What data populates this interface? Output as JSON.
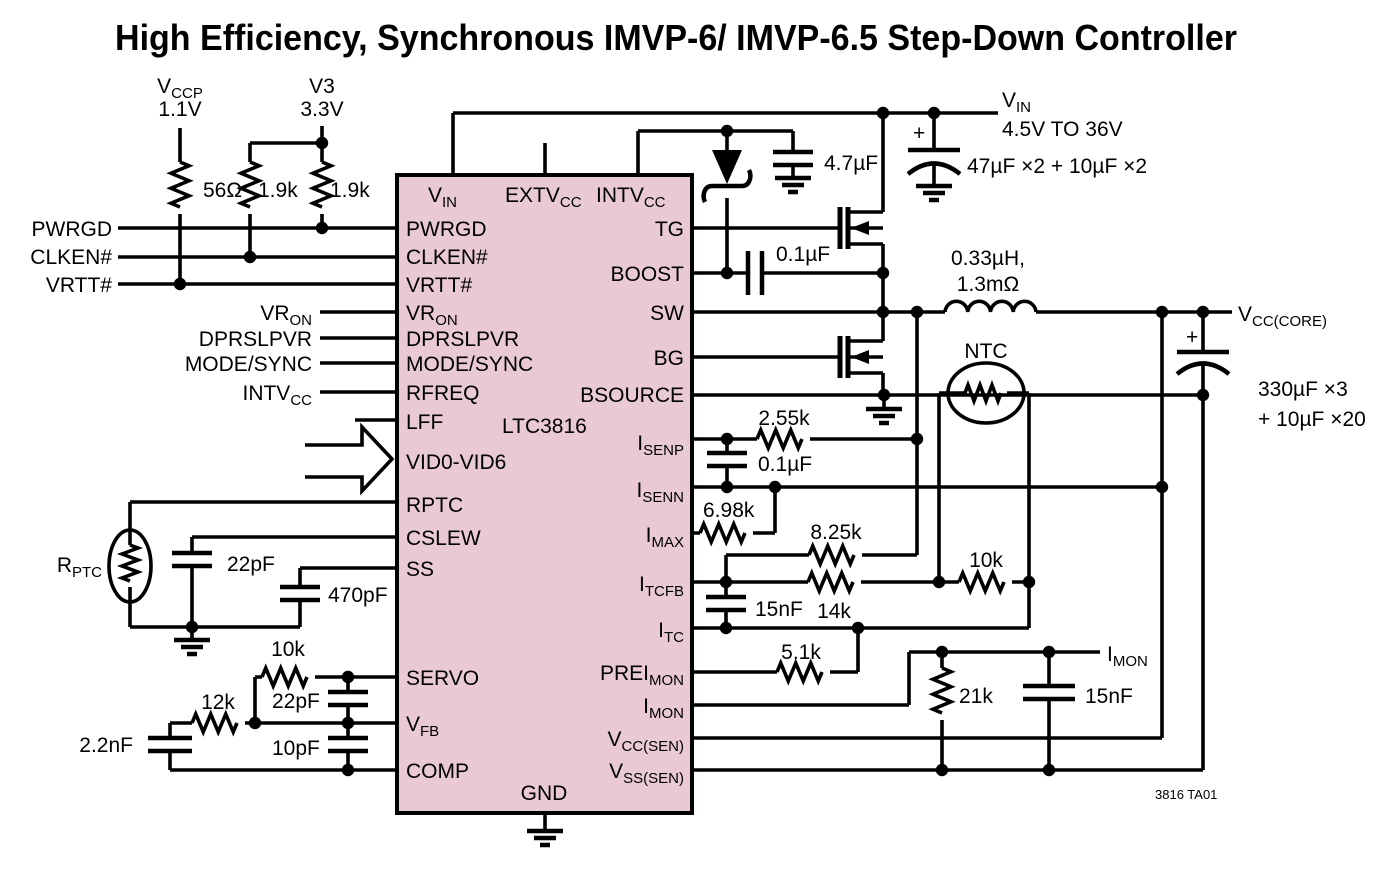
{
  "title": "High Efficiency, Synchronous IMVP-6/ IMVP-6.5 Step-Down Controller",
  "note": "3816 TA01",
  "colors": {
    "ic_fill": "#e9c9d3",
    "line": "#000000",
    "background": "#ffffff"
  },
  "ic": {
    "name": {
      "m": "LTC3816",
      "s": ""
    },
    "top_pins": {
      "vin": {
        "m": "V",
        "s": "IN"
      },
      "extvcc": {
        "m": "EXTV",
        "s": "CC"
      },
      "intvcc": {
        "m": "INTV",
        "s": "CC"
      }
    },
    "left_pins": {
      "pwrgd": {
        "m": "PWRGD",
        "s": ""
      },
      "clken": {
        "m": "CLKEN#",
        "s": ""
      },
      "vrtt": {
        "m": "VRTT#",
        "s": ""
      },
      "vron": {
        "m": "VR",
        "s": "ON"
      },
      "dprslpvr": {
        "m": "DPRSLPVR",
        "s": ""
      },
      "modesync": {
        "m": "MODE/SYNC",
        "s": ""
      },
      "rfreq": {
        "m": "RFREQ",
        "s": ""
      },
      "lff": {
        "m": "LFF",
        "s": ""
      },
      "vid": {
        "m": "VID0-VID6",
        "s": ""
      },
      "rptc": {
        "m": "RPTC",
        "s": ""
      },
      "cslew": {
        "m": "CSLEW",
        "s": ""
      },
      "ss": {
        "m": "SS",
        "s": ""
      },
      "servo": {
        "m": "SERVO",
        "s": ""
      },
      "vfb": {
        "m": "V",
        "s": "FB"
      },
      "comp": {
        "m": "COMP",
        "s": ""
      }
    },
    "right_pins": {
      "tg": {
        "m": "TG",
        "s": ""
      },
      "boost": {
        "m": "BOOST",
        "s": ""
      },
      "sw": {
        "m": "SW",
        "s": ""
      },
      "bg": {
        "m": "BG",
        "s": ""
      },
      "bsource": {
        "m": "BSOURCE",
        "s": ""
      },
      "isenp": {
        "m": "I",
        "s": "SENP"
      },
      "isenn": {
        "m": "I",
        "s": "SENN"
      },
      "imax": {
        "m": "I",
        "s": "MAX"
      },
      "itcfb": {
        "m": "I",
        "s": "TCFB"
      },
      "itc": {
        "m": "I",
        "s": "TC"
      },
      "preimon": {
        "m": "PREI",
        "s": "MON"
      },
      "imon": {
        "m": "I",
        "s": "MON"
      },
      "vccsen": {
        "m": "V",
        "s": "CC(SEN)"
      },
      "vsssen": {
        "m": "V",
        "s": "SS(SEN)"
      }
    },
    "bottom_pin": {
      "gnd": {
        "m": "GND",
        "s": ""
      }
    }
  },
  "signals": {
    "pwrgd": {
      "m": "PWRGD",
      "s": ""
    },
    "clken": {
      "m": "CLKEN#",
      "s": ""
    },
    "vrtt": {
      "m": "VRTT#",
      "s": ""
    },
    "vron": {
      "m": "VR",
      "s": "ON"
    },
    "dprslpvr": {
      "m": "DPRSLPVR",
      "s": ""
    },
    "modesync": {
      "m": "MODE/SYNC",
      "s": ""
    },
    "intvcc": {
      "m": "INTV",
      "s": "CC"
    }
  },
  "supplies": {
    "vccp": {
      "m": "V",
      "s": "CCP"
    },
    "vccp_val": {
      "m": "1.1V",
      "s": ""
    },
    "v3": {
      "m": "V3",
      "s": ""
    },
    "v3_val": {
      "m": "3.3V",
      "s": ""
    },
    "vin": {
      "m": "V",
      "s": "IN"
    },
    "vin_range": {
      "m": "4.5V TO 36V",
      "s": ""
    }
  },
  "outputs": {
    "vcccore": {
      "m": "V",
      "s": "CC(CORE)"
    },
    "imon": {
      "m": "I",
      "s": "MON"
    }
  },
  "components": {
    "plus": {
      "m": "+",
      "s": ""
    },
    "r56": {
      "m": "56Ω",
      "s": ""
    },
    "r1k9_a": {
      "m": "1.9k",
      "s": ""
    },
    "r1k9_b": {
      "m": "1.9k",
      "s": ""
    },
    "c4u7": {
      "m": "4.7µF",
      "s": ""
    },
    "cboost": {
      "m": "0.1µF",
      "s": ""
    },
    "cin": {
      "m": "47µF ×2 + 10µF ×2",
      "s": ""
    },
    "ind_a": {
      "m": "0.33µH,",
      "s": ""
    },
    "ind_b": {
      "m": "1.3mΩ",
      "s": ""
    },
    "ntc": {
      "m": "NTC",
      "s": ""
    },
    "cout_a": {
      "m": "330µF ×3",
      "s": ""
    },
    "cout_b": {
      "m": "+ 10µF ×20",
      "s": ""
    },
    "r2k55": {
      "m": "2.55k",
      "s": ""
    },
    "csense": {
      "m": "0.1µF",
      "s": ""
    },
    "r6k98": {
      "m": "6.98k",
      "s": ""
    },
    "r8k25": {
      "m": "8.25k",
      "s": ""
    },
    "r14k": {
      "m": "14k",
      "s": ""
    },
    "r10k_ntc": {
      "m": "10k",
      "s": ""
    },
    "c15n_tc": {
      "m": "15nF",
      "s": ""
    },
    "r5k1": {
      "m": "5.1k",
      "s": ""
    },
    "r21k": {
      "m": "21k",
      "s": ""
    },
    "c15n_mon": {
      "m": "15nF",
      "s": ""
    },
    "rptc": {
      "m": "R",
      "s": "PTC"
    },
    "c22p_cslew": {
      "m": "22pF",
      "s": ""
    },
    "c470p": {
      "m": "470pF",
      "s": ""
    },
    "r10k_servo": {
      "m": "10k",
      "s": ""
    },
    "r12k": {
      "m": "12k",
      "s": ""
    },
    "c22p_fb": {
      "m": "22pF",
      "s": ""
    },
    "c10p": {
      "m": "10pF",
      "s": ""
    },
    "c2n2": {
      "m": "2.2nF",
      "s": ""
    }
  }
}
